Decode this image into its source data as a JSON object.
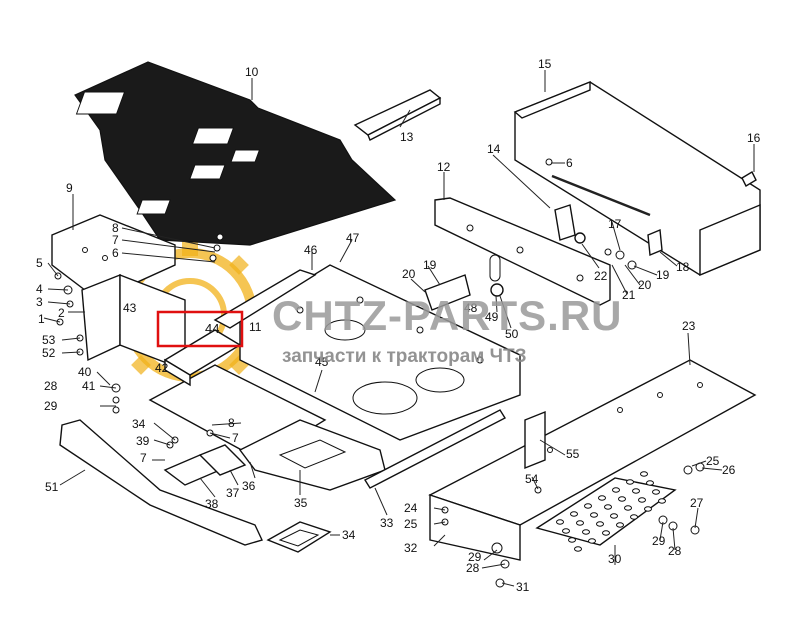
{
  "watermark": {
    "title": "CHTZ-PARTS.RU",
    "subtitle": "запчасти к тракторам ЧТЗ",
    "accent_color": "#f2b21a"
  },
  "highlight": {
    "label": "44",
    "color": "#e01010"
  },
  "callouts": [
    {
      "id": "c1",
      "label": "1"
    },
    {
      "id": "c2",
      "label": "2"
    },
    {
      "id": "c3",
      "label": "3"
    },
    {
      "id": "c4",
      "label": "4"
    },
    {
      "id": "c5",
      "label": "5"
    },
    {
      "id": "c6",
      "label": "6"
    },
    {
      "id": "c7",
      "label": "7"
    },
    {
      "id": "c8",
      "label": "8"
    },
    {
      "id": "c9",
      "label": "9"
    },
    {
      "id": "c10",
      "label": "10"
    },
    {
      "id": "c11",
      "label": "11"
    },
    {
      "id": "c12",
      "label": "12"
    },
    {
      "id": "c13",
      "label": "13"
    },
    {
      "id": "c14",
      "label": "14"
    },
    {
      "id": "c15",
      "label": "15"
    },
    {
      "id": "c16",
      "label": "16"
    },
    {
      "id": "c17",
      "label": "17"
    },
    {
      "id": "c18",
      "label": "18"
    },
    {
      "id": "c19a",
      "label": "19"
    },
    {
      "id": "c19b",
      "label": "19"
    },
    {
      "id": "c20a",
      "label": "20"
    },
    {
      "id": "c20b",
      "label": "20"
    },
    {
      "id": "c21",
      "label": "21"
    },
    {
      "id": "c22",
      "label": "22"
    },
    {
      "id": "c23",
      "label": "23"
    },
    {
      "id": "c24",
      "label": "24"
    },
    {
      "id": "c25a",
      "label": "25"
    },
    {
      "id": "c25b",
      "label": "25"
    },
    {
      "id": "c26",
      "label": "26"
    },
    {
      "id": "c27",
      "label": "27"
    },
    {
      "id": "c28a",
      "label": "28"
    },
    {
      "id": "c28b",
      "label": "28"
    },
    {
      "id": "c28c",
      "label": "28"
    },
    {
      "id": "c29a",
      "label": "29"
    },
    {
      "id": "c29b",
      "label": "29"
    },
    {
      "id": "c29c",
      "label": "29"
    },
    {
      "id": "c30",
      "label": "30"
    },
    {
      "id": "c31",
      "label": "31"
    },
    {
      "id": "c32",
      "label": "32"
    },
    {
      "id": "c33",
      "label": "33"
    },
    {
      "id": "c34a",
      "label": "34"
    },
    {
      "id": "c34b",
      "label": "34"
    },
    {
      "id": "c35",
      "label": "35"
    },
    {
      "id": "c36",
      "label": "36"
    },
    {
      "id": "c37",
      "label": "37"
    },
    {
      "id": "c38",
      "label": "38"
    },
    {
      "id": "c39",
      "label": "39"
    },
    {
      "id": "c40",
      "label": "40"
    },
    {
      "id": "c41",
      "label": "41"
    },
    {
      "id": "c42",
      "label": "42"
    },
    {
      "id": "c43",
      "label": "43"
    },
    {
      "id": "c45",
      "label": "45"
    },
    {
      "id": "c46",
      "label": "46"
    },
    {
      "id": "c47",
      "label": "47"
    },
    {
      "id": "c48",
      "label": "48"
    },
    {
      "id": "c49",
      "label": "49"
    },
    {
      "id": "c50",
      "label": "50"
    },
    {
      "id": "c51",
      "label": "51"
    },
    {
      "id": "c52",
      "label": "52"
    },
    {
      "id": "c53",
      "label": "53"
    },
    {
      "id": "c54",
      "label": "54"
    },
    {
      "id": "c55",
      "label": "55"
    },
    {
      "id": "c6b",
      "label": "6"
    },
    {
      "id": "c7b",
      "label": "7"
    },
    {
      "id": "c7c",
      "label": "7"
    },
    {
      "id": "c8b",
      "label": "8"
    }
  ]
}
